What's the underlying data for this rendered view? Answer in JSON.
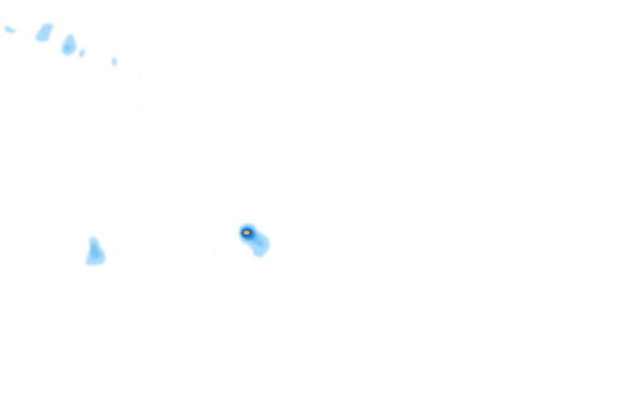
{
  "map": {
    "background_color": "#ffffff",
    "layer": "precipitation-radar-overlay",
    "intensity_scale": {
      "light": "#a9dcfb",
      "light_moderate": "#7cc6f6",
      "moderate": "#3d95e0",
      "heavy": "#1763c4",
      "very_heavy": "#f0b23a"
    },
    "cells": [
      {
        "name": "cell-top-left-cluster",
        "intensity": "light"
      },
      {
        "name": "cell-top-left-blob",
        "intensity": "light_moderate"
      },
      {
        "name": "cell-center-storm",
        "intensity": "very_heavy"
      },
      {
        "name": "cell-left-middle",
        "intensity": "light_moderate"
      }
    ]
  }
}
